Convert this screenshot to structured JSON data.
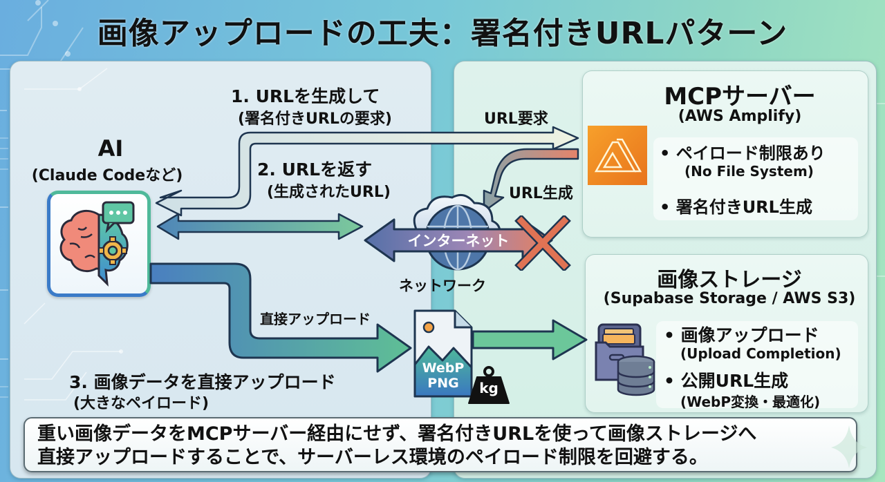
{
  "title": "画像アップロードの工夫：署名付きURLパターン",
  "colors": {
    "amplify_orange": "#f08a24",
    "arrow_blue": "#4f86b8",
    "arrow_green": "#6cc79a",
    "arrow_red": "#e07b5c",
    "outline": "#1e3550",
    "cross": "#e07354"
  },
  "ai": {
    "title": "AI",
    "subtitle": "(Claude Codeなど)",
    "icon": "brain-gear-chat-icon"
  },
  "steps": {
    "step1": {
      "label": "1. URLを生成して",
      "sub": "(署名付きURLの要求)"
    },
    "step2": {
      "label": "2. URLを返す",
      "sub": "(生成されたURL)"
    },
    "step3": {
      "label": "3. 画像データを直接アップロード",
      "sub": "(大きなペイロード)"
    }
  },
  "arrows": {
    "url_request": "URL要求",
    "url_generate": "URL生成",
    "direct_upload": "直接アップロード"
  },
  "network": {
    "banner": "インターネット",
    "label": "ネットワーク",
    "icon": "cloud-globe-icon",
    "blocked_icon": "cross-icon"
  },
  "file": {
    "line1": "WebP",
    "line2": "PNG",
    "weight": "kg"
  },
  "mcp": {
    "title": "MCPサーバー",
    "subtitle": "(AWS Amplify)",
    "icon": "aws-amplify-icon",
    "bullets": [
      {
        "text": "• ペイロード制限あり",
        "sub": "(No File System)"
      },
      {
        "text": "• 署名付きURL生成",
        "sub": ""
      }
    ]
  },
  "storage": {
    "title": "画像ストレージ",
    "subtitle": "(Supabase Storage / AWS S3)",
    "icon": "file-drawer-database-icon",
    "bullets": [
      {
        "text": "• 画像アップロード",
        "sub": "(Upload Completion)"
      },
      {
        "text": "• 公開URL生成",
        "sub": "(WebP変換・最適化)"
      }
    ]
  },
  "summary": {
    "line1": "重い画像データをMCPサーバー経由にせず、署名付きURLを使って画像ストレージへ",
    "line2": "直接アップロードすることで、サーバーレス環境のペイロード制限を回避する。"
  }
}
